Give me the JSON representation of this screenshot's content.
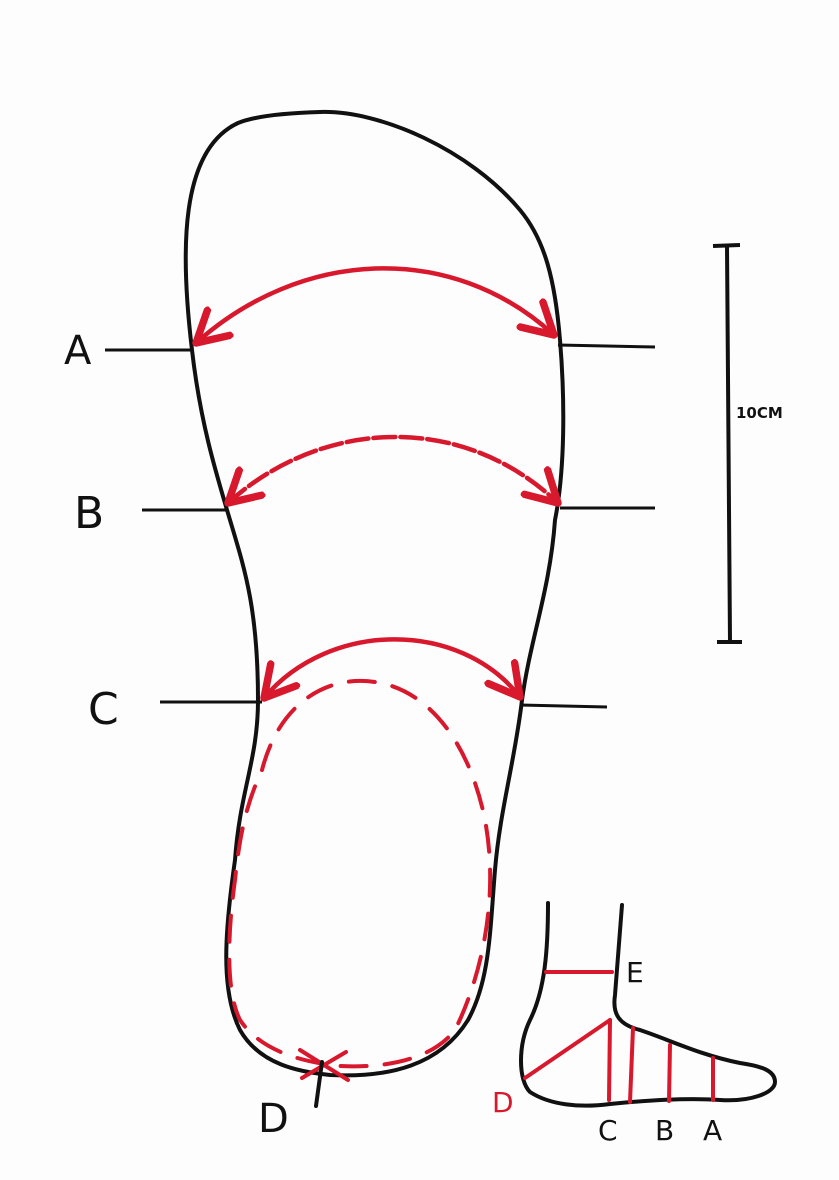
{
  "colors": {
    "ink": "#111111",
    "marker_red": "#d8182c",
    "paper": "#fdfdfd"
  },
  "main_labels": {
    "a": "A",
    "b": "B",
    "c": "C",
    "d": "D"
  },
  "scale_bar": {
    "label": "10CM"
  },
  "foot_side_view": {
    "labels": {
      "e": "E",
      "d": "D",
      "c": "C",
      "b": "B",
      "a": "A"
    }
  }
}
